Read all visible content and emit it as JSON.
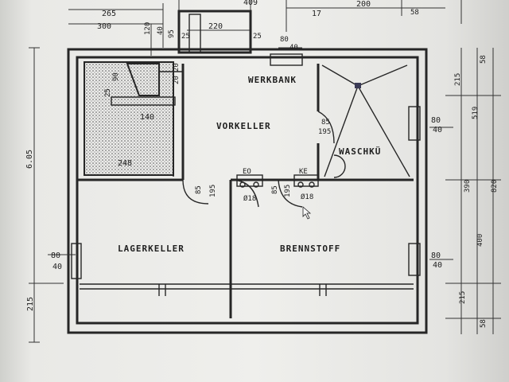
{
  "plan": {
    "rooms": {
      "werkbank": "WERKBANK",
      "vorkeller": "VORKELLER",
      "waschkü": "WASCHKÜ",
      "lagerkeller": "LAGERKELLER",
      "brennstoff": "BRENNSTOFF"
    },
    "fixtures": {
      "eo": "EO",
      "ke": "KE",
      "d18a": "Ø18",
      "d18b": "Ø18"
    },
    "dims": {
      "top_265": "265",
      "top_300": "300",
      "top_409": "409",
      "top_17": "17",
      "top_200": "200",
      "top_58": "58",
      "top_120": "120",
      "top_40": "40",
      "top_95": "95",
      "top_25a": "25",
      "top_220": "220",
      "top_25b": "25",
      "top_80": "80",
      "top_40b": "40",
      "left_605": "6.05",
      "left_215": "215",
      "left_80": "80",
      "left_40": "40",
      "stair_25": "25",
      "stair_90": "90",
      "stair_20a": "20",
      "stair_20b": "20",
      "stair_140": "140",
      "stair_248": "248",
      "door_85a": "85",
      "door_195a": "195",
      "door_85b": "85",
      "door_195b": "195",
      "door_85c": "85",
      "door_195c": "195",
      "right_80a": "80",
      "right_40a": "40",
      "right_80b": "80",
      "right_40b": "40",
      "right_215a": "215",
      "right_519": "519",
      "right_390": "390",
      "right_400": "400",
      "right_820": "820",
      "right_215b": "215",
      "right_58a": "58",
      "right_58b": "58"
    }
  }
}
